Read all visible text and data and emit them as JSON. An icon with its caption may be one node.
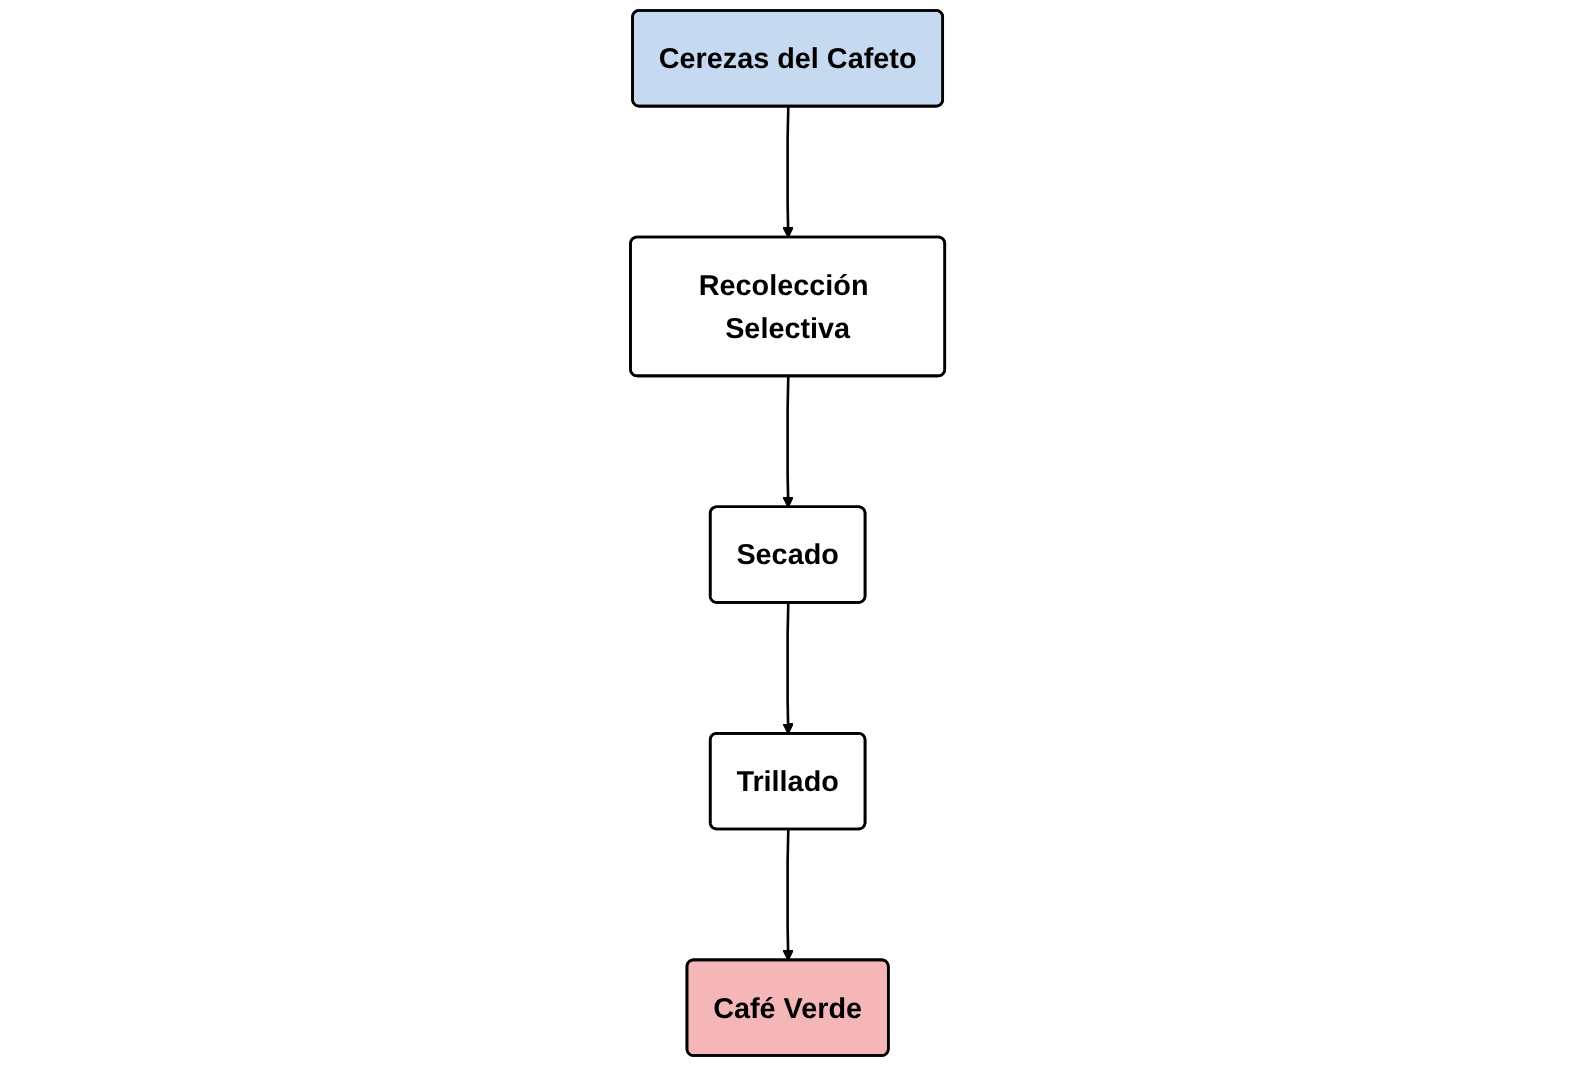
{
  "diagram": {
    "nodes": [
      {
        "text": [
          "Cerezas del Cafeto"
        ]
      },
      {
        "text": [
          "Recolección Selectiva"
        ]
      },
      {
        "text": [
          "Secado"
        ]
      },
      {
        "text": [
          "Trillado"
        ]
      },
      {
        "text": [
          "Café Verde"
        ]
      }
    ],
    "edges": [
      {
        "from": 0,
        "to": 1,
        "arrow": "to"
      },
      {
        "from": 1,
        "to": 2,
        "arrow": "to"
      },
      {
        "from": 2,
        "to": 3,
        "arrow": "to"
      },
      {
        "from": 3,
        "to": 4,
        "arrow": "to"
      }
    ]
  }
}
